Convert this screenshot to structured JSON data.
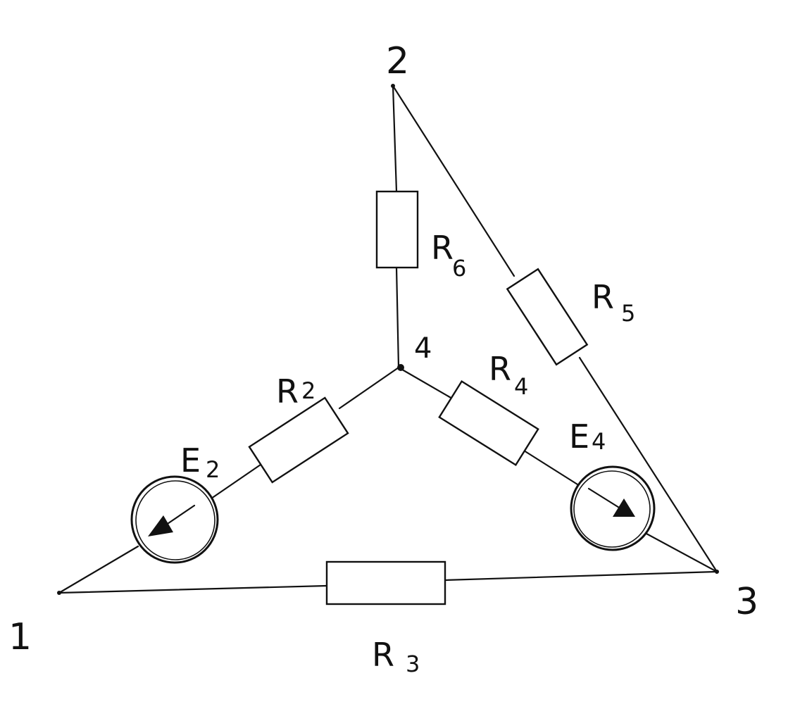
{
  "nodes": {
    "n1": "1",
    "n2": "2",
    "n3": "3",
    "n4": "4"
  },
  "elements": {
    "R2": {
      "letter": "R",
      "sub": "2"
    },
    "R3": {
      "letter": "R",
      "sub": "3"
    },
    "R4": {
      "letter": "R",
      "sub": "4"
    },
    "R5": {
      "letter": "R",
      "sub": "5"
    },
    "R6": {
      "letter": "R",
      "sub": "6"
    },
    "E2": {
      "letter": "E",
      "sub": "2"
    },
    "E4": {
      "letter": "E",
      "sub": "4"
    }
  }
}
